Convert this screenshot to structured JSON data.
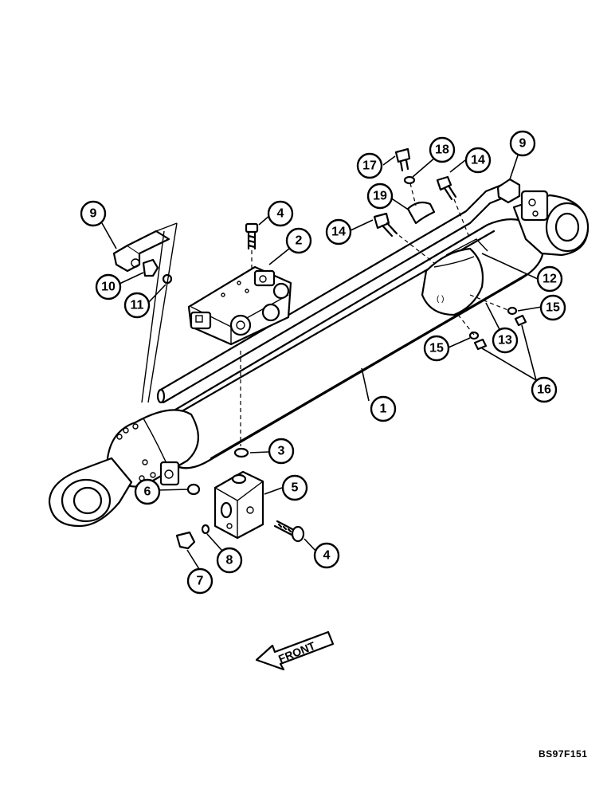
{
  "diagram": {
    "drawing_code": "BS97F151",
    "front_label": "FRONT",
    "callouts": [
      {
        "id": "c1",
        "label": "1"
      },
      {
        "id": "c2",
        "label": "2"
      },
      {
        "id": "c3",
        "label": "3"
      },
      {
        "id": "c4a",
        "label": "4"
      },
      {
        "id": "c4b",
        "label": "4"
      },
      {
        "id": "c5",
        "label": "5"
      },
      {
        "id": "c6",
        "label": "6"
      },
      {
        "id": "c7",
        "label": "7"
      },
      {
        "id": "c8",
        "label": "8"
      },
      {
        "id": "c9a",
        "label": "9"
      },
      {
        "id": "c9b",
        "label": "9"
      },
      {
        "id": "c10",
        "label": "10"
      },
      {
        "id": "c11",
        "label": "11"
      },
      {
        "id": "c12",
        "label": "12"
      },
      {
        "id": "c13",
        "label": "13"
      },
      {
        "id": "c14a",
        "label": "14"
      },
      {
        "id": "c14b",
        "label": "14"
      },
      {
        "id": "c15a",
        "label": "15"
      },
      {
        "id": "c15b",
        "label": "15"
      },
      {
        "id": "c16",
        "label": "16"
      },
      {
        "id": "c17",
        "label": "17"
      },
      {
        "id": "c18",
        "label": "18"
      },
      {
        "id": "c19",
        "label": "19"
      }
    ]
  }
}
